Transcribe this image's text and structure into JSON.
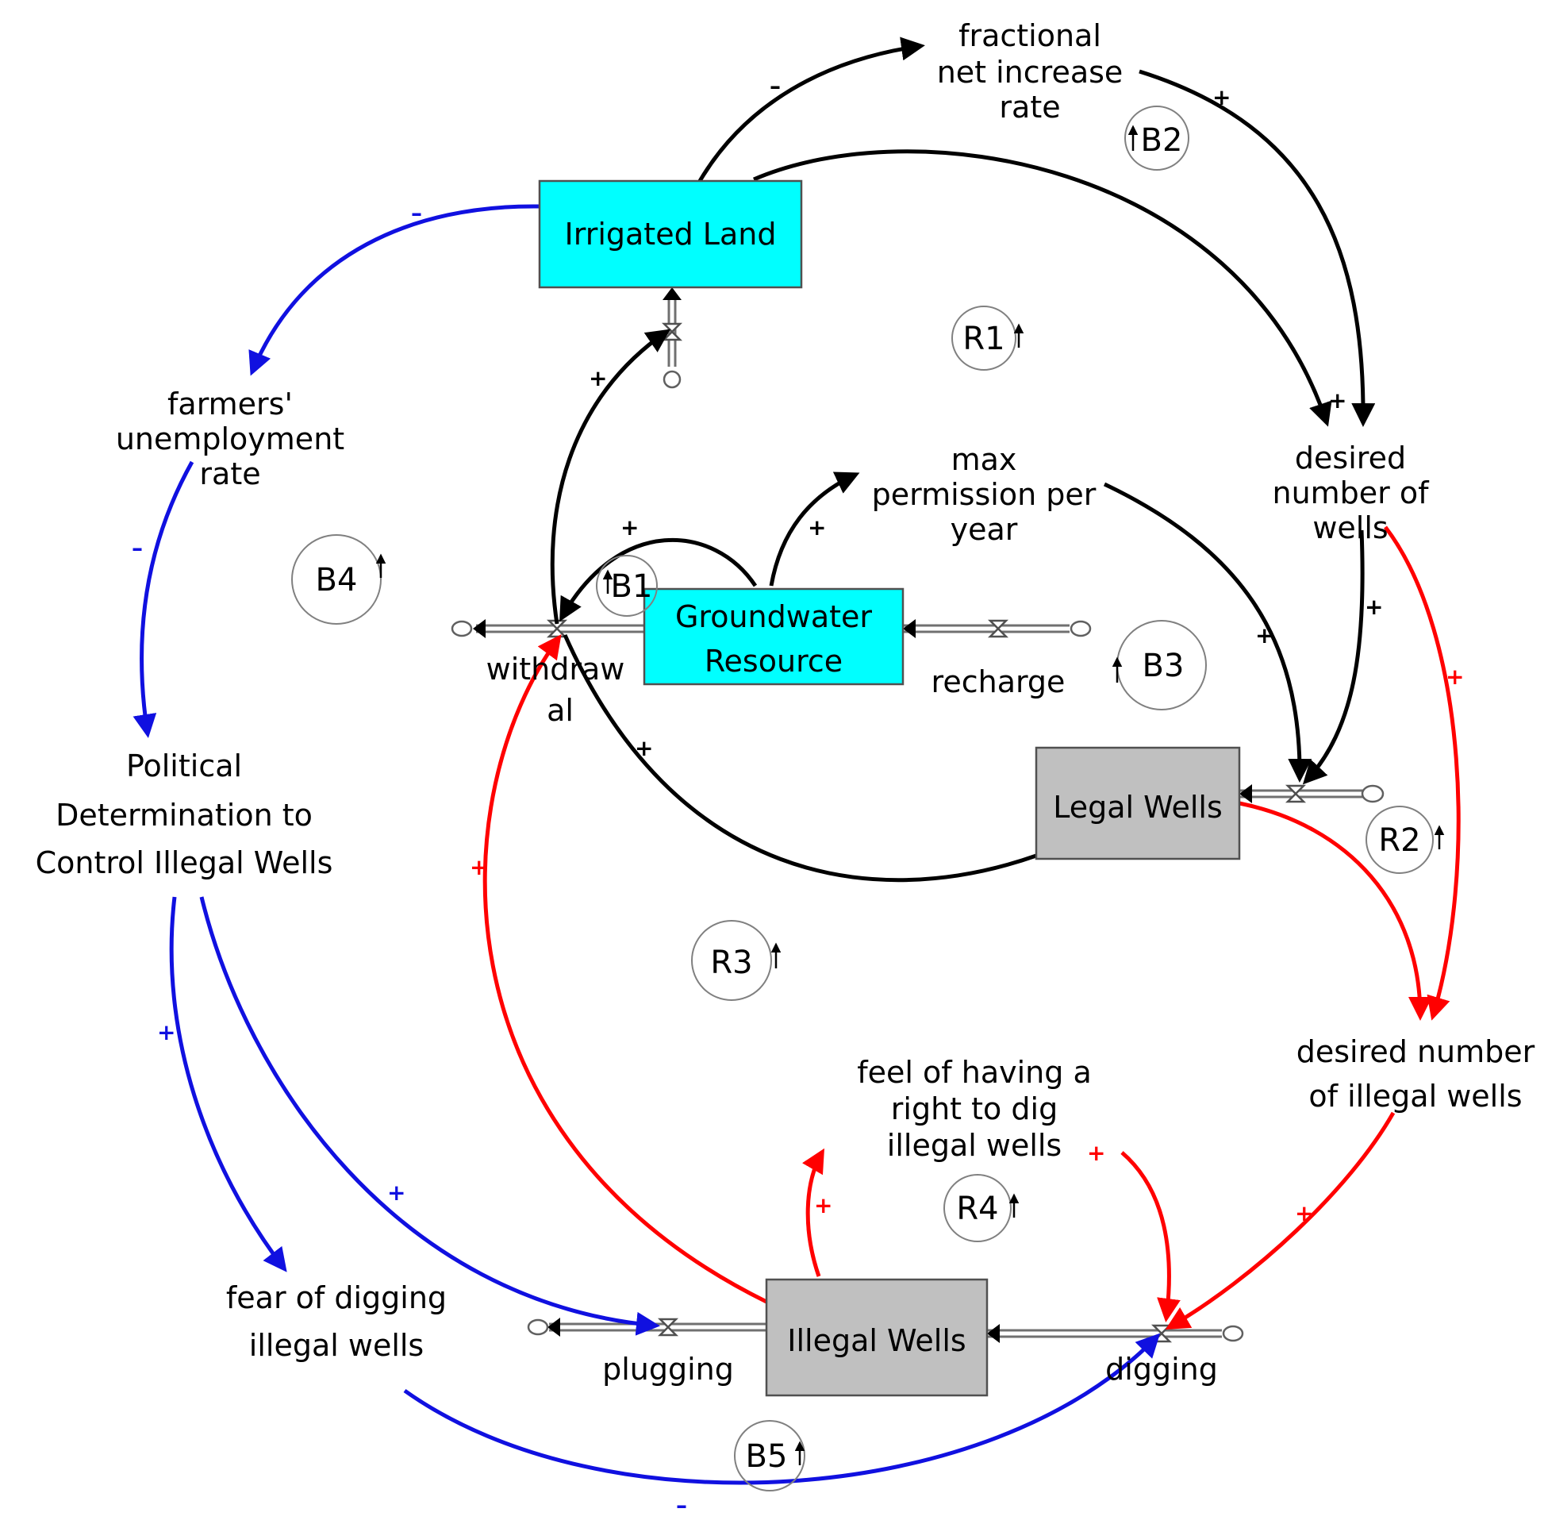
{
  "colors": {
    "black": "#000000",
    "red": "#ff0000",
    "blue": "#1010e0",
    "stock_cyan": "#00ffff",
    "stock_gray": "#c0c0c0"
  },
  "stocks": {
    "irrigated_land": "Irrigated Land",
    "groundwater": [
      "Groundwater",
      "Resource"
    ],
    "legal_wells": "Legal Wells",
    "illegal_wells": "Illegal Wells"
  },
  "flows": {
    "withdrawal": [
      "withdraw",
      "al"
    ],
    "recharge": "recharge",
    "plugging": "plugging",
    "digging": "digging"
  },
  "variables": {
    "fractional": [
      "fractional",
      "net increase",
      "rate"
    ],
    "desired_wells": [
      "desired",
      "number of",
      "wells"
    ],
    "max_permission": [
      "max",
      "permission per",
      "year"
    ],
    "unemployment": [
      "farmers'",
      "unemployment",
      "rate"
    ],
    "political": [
      "Political",
      "Determination to",
      "Control Illegal Wells"
    ],
    "desired_illegal": [
      "desired number",
      "of illegal wells"
    ],
    "feel_right": [
      "feel of having a",
      "right to dig",
      "illegal wells"
    ],
    "fear": [
      "fear of digging",
      "illegal wells"
    ]
  },
  "loops": [
    "R1",
    "R2",
    "R3",
    "R4",
    "B1",
    "B2",
    "B3",
    "B4",
    "B5"
  ],
  "signs": {
    "plus": "+",
    "minus": "–"
  }
}
